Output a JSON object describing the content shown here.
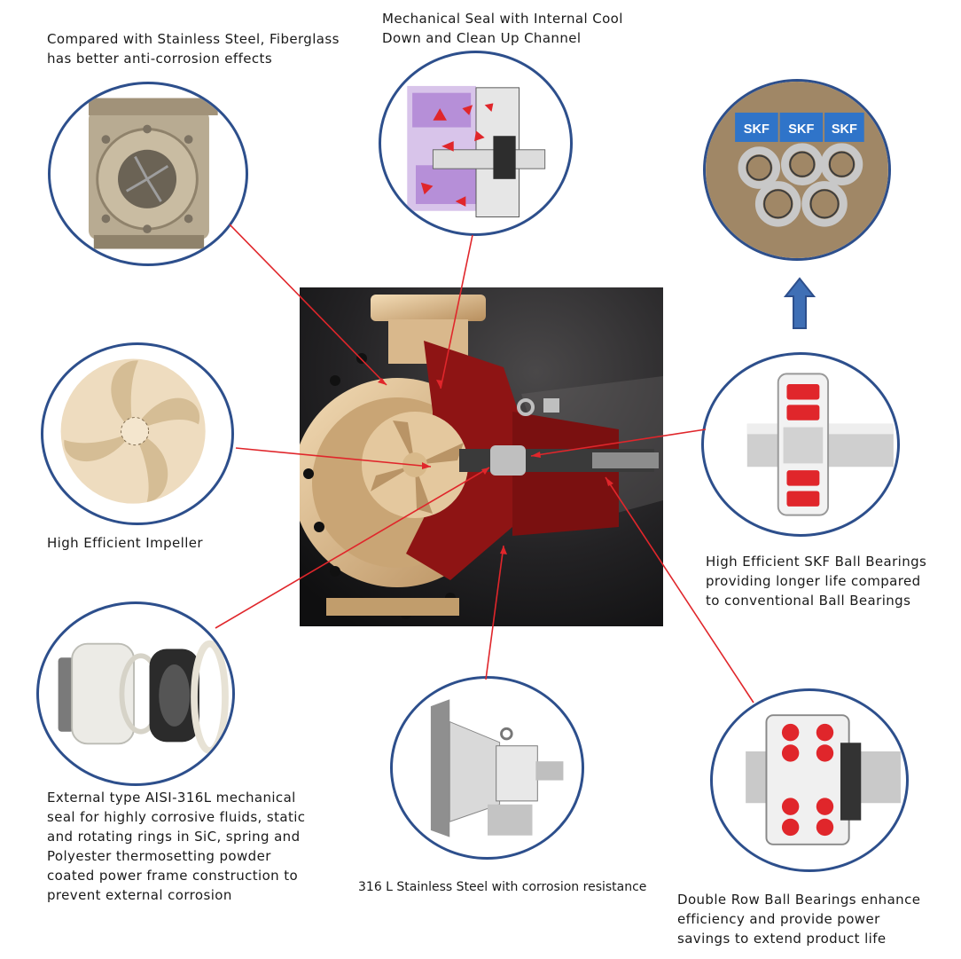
{
  "captions": {
    "fiberglass": "Compared with Stainless Steel, Fiberglass\nhas better anti-corrosion effects",
    "mech_seal_channel": "Mechanical Seal with Internal Cool\nDown and Clean Up Channel",
    "impeller": "High Efficient Impeller",
    "skf_bearings": "High Efficient SKF Ball Bearings\nproviding longer life compared\nto conventional Ball Bearings",
    "external_seal": "External type AISI-316L mechanical\nseal for highly corrosive fluids, static\nand rotating rings in SiC, spring and\nPolyester thermosetting powder\ncoated power frame construction to\nprevent external corrosion",
    "stainless": "316 L Stainless Steel with corrosion resistance",
    "double_row": "Double Row Ball Bearings enhance\nefficiency and provide power\nsavings to extend product life"
  },
  "box_brand": "SKF",
  "colors": {
    "circle_border": "#2d4f8c",
    "leader_line": "#e0262b",
    "arrow_fill": "#3f6fb5",
    "pump_body": "#e8c9a0",
    "cutaway": "#8e1414"
  }
}
